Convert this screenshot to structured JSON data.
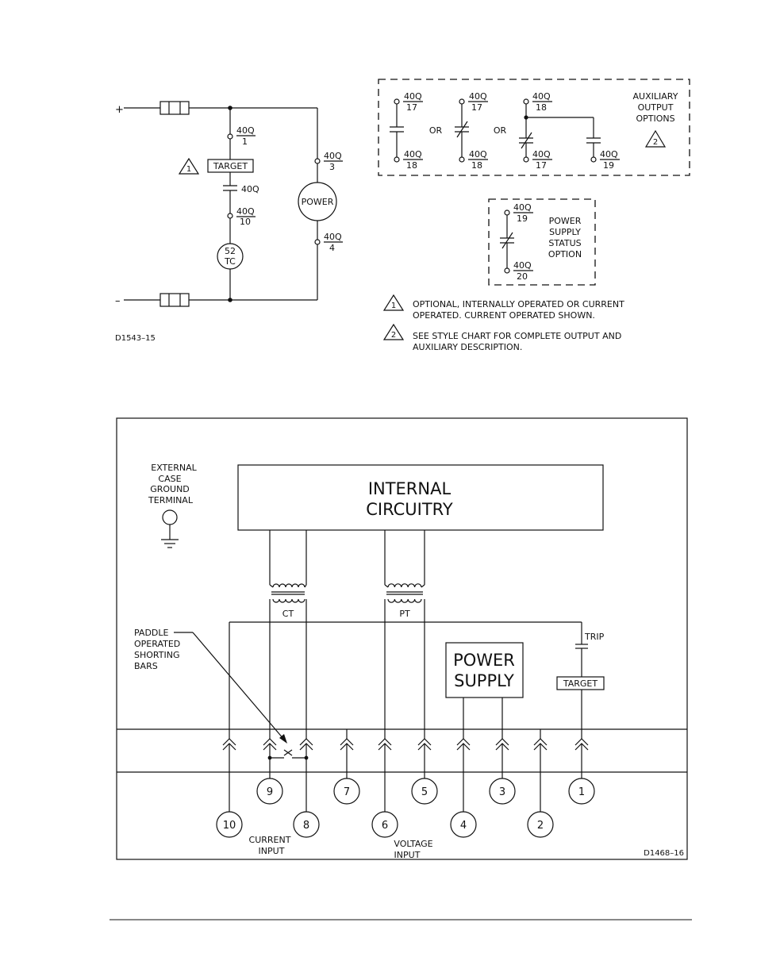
{
  "top": {
    "plus": "+",
    "minus": "–",
    "contact_main": "40Q",
    "contact_1": "1",
    "contact_3": "3",
    "contact_4": "4",
    "contact_10": "10",
    "target": "TARGET",
    "power": "POWER",
    "tc_top": "52",
    "tc_bottom": "TC",
    "note_ref_1": "1",
    "drawing_id": "D1543–15"
  },
  "aux": {
    "label_40q": "40Q",
    "n17": "17",
    "n18": "18",
    "n19": "19",
    "n20": "20",
    "or": "OR",
    "title_1": "AUXILIARY",
    "title_2": "OUTPUT",
    "title_3": "OPTIONS",
    "ref_2": "2",
    "ps_1": "POWER",
    "ps_2": "SUPPLY",
    "ps_3": "STATUS",
    "ps_4": "OPTION"
  },
  "notes": {
    "n1_line1": "OPTIONAL, INTERNALLY OPERATED OR CURRENT",
    "n1_line2": "OPERATED.  CURRENT OPERATED SHOWN.",
    "n2_line1": "SEE STYLE CHART FOR COMPLETE OUTPUT AND",
    "n2_line2": "AUXILIARY DESCRIPTION."
  },
  "bottom": {
    "ground_1": "EXTERNAL",
    "ground_2": "CASE",
    "ground_3": "GROUND",
    "ground_4": "TERMINAL",
    "internal_1": "INTERNAL",
    "internal_2": "CIRCUITRY",
    "ct": "CT",
    "pt": "PT",
    "trip": "TRIP",
    "target": "TARGET",
    "ps_1": "POWER",
    "ps_2": "SUPPLY",
    "paddle_1": "PADDLE",
    "paddle_2": "OPERATED",
    "paddle_3": "SHORTING",
    "paddle_4": "BARS",
    "current_1": "CURRENT",
    "current_2": "INPUT",
    "voltage_1": "VOLTAGE",
    "voltage_2": "INPUT",
    "drawing_id": "D1468–16",
    "t1": "1",
    "t2": "2",
    "t3": "3",
    "t4": "4",
    "t5": "5",
    "t6": "6",
    "t7": "7",
    "t8": "8",
    "t9": "9",
    "t10": "10"
  }
}
